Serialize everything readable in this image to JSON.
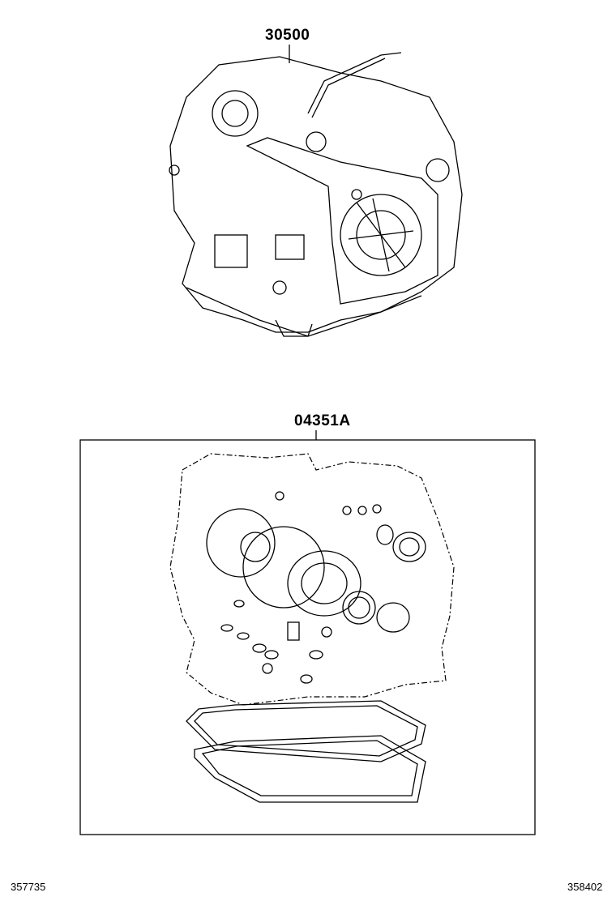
{
  "parts": [
    {
      "part_number": "30500",
      "name_icon": "transmission-assembly-illustration"
    },
    {
      "part_number": "04351A",
      "name_icon": "gasket-kit-illustration"
    }
  ],
  "footer": {
    "left_ref": "357735",
    "right_ref": "358402"
  }
}
